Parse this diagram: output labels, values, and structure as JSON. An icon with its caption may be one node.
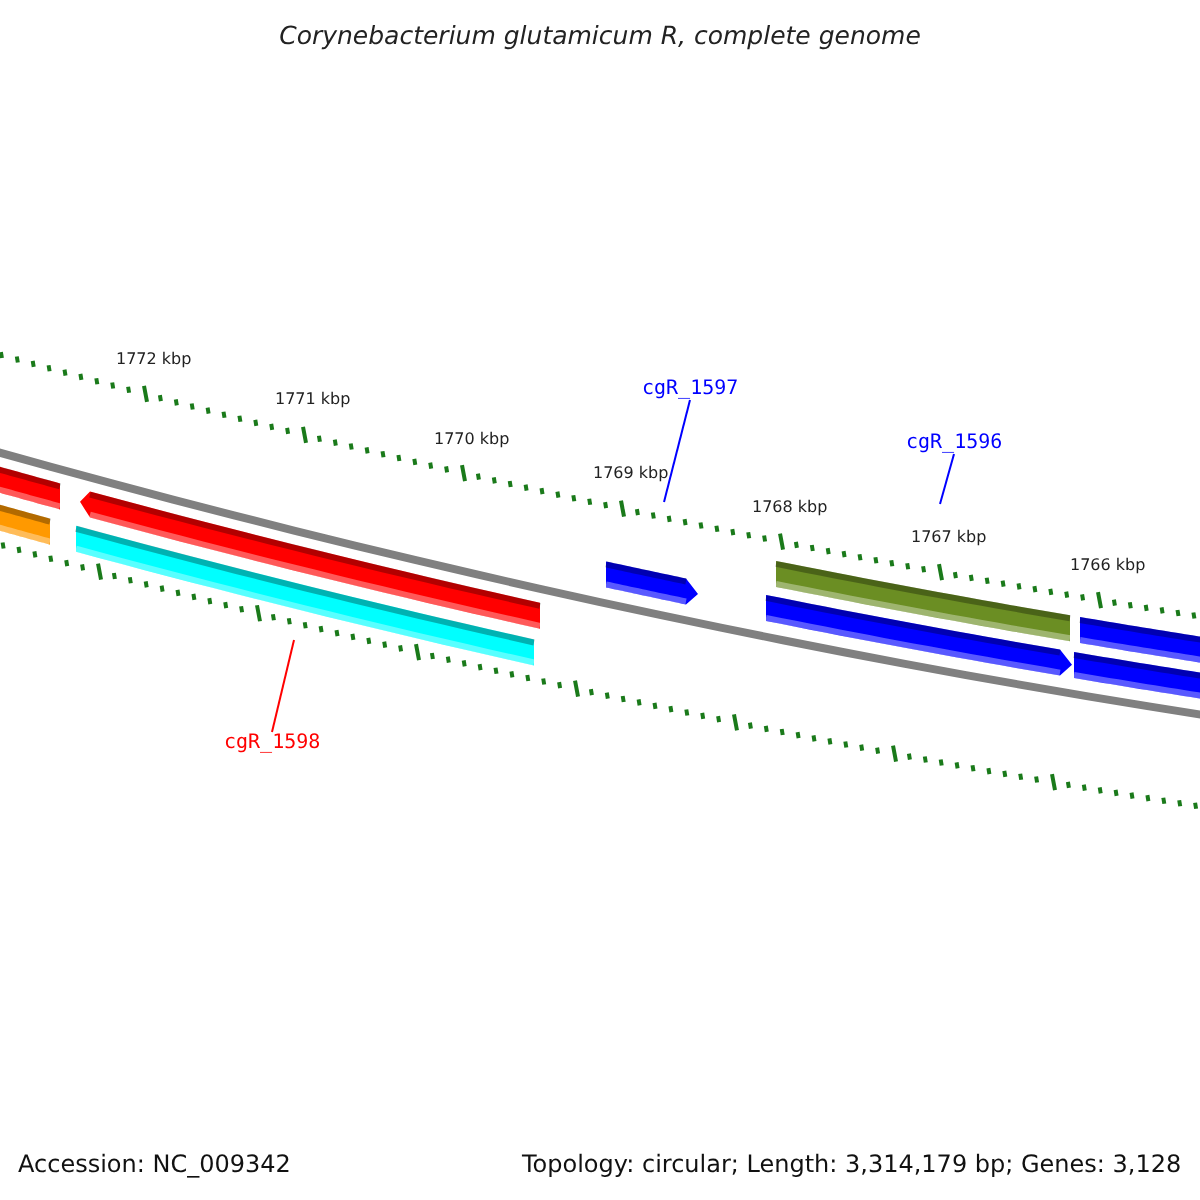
{
  "diagram": {
    "title": "Corynebacterium glutamicum R, complete genome",
    "nodes": [
      {
        "text": [
          "cgR_1597"
        ]
      },
      {
        "text": [
          "cgR_1596"
        ]
      },
      {
        "text": [
          "cgR_1598"
        ]
      }
    ],
    "edges": [
      {
        "from": 0,
        "to": null,
        "arrow": "none"
      },
      {
        "from": 1,
        "to": null,
        "arrow": "none"
      },
      {
        "from": 2,
        "to": null,
        "arrow": "none",
        "color": "#ff0000"
      }
    ],
    "labels": [
      "1772 kbp",
      "1771 kbp",
      "1770 kbp",
      "1769 kbp",
      "1768 kbp",
      "1767 kbp",
      "1766 kbp",
      "Accession: NC_009342",
      "Topology: circular; Length: 3,314,179 bp; Genes: 3,128"
    ]
  }
}
